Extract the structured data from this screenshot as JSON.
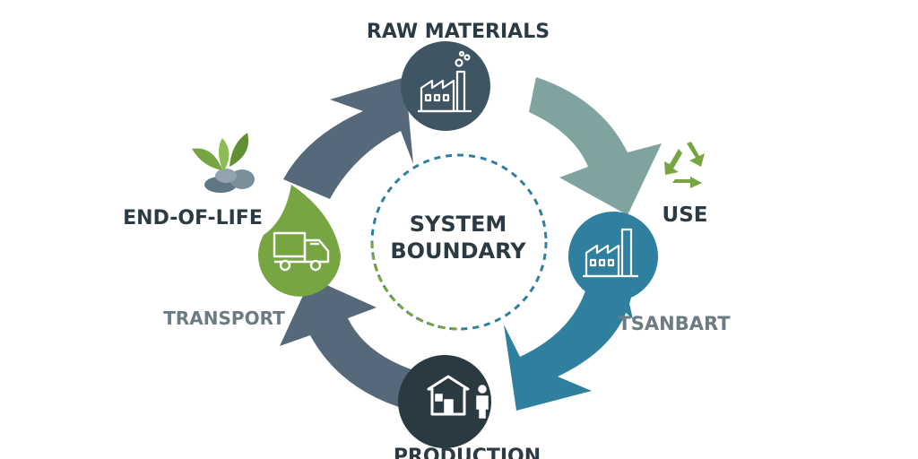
{
  "diagram": {
    "center_lines": [
      "SYSTEM",
      "BOUNDARY"
    ],
    "stages": {
      "raw_materials": "RAW MATERIALS",
      "use": "USE",
      "end_of_life": "END-OF-LIFE",
      "transport_left": "TRANSPORT",
      "transport_right": "TSANBART",
      "production": "PRODUCTION"
    },
    "icons": {
      "raw_materials": "factory-smoke-icon",
      "use": "factory-icon",
      "end_of_life": "truck-icon",
      "production": "house-person-icon",
      "leaves": "leaves-stones-icon",
      "recycle": "recycle-icon"
    },
    "colors": {
      "slate": "#5b6f7e",
      "dark_slate": "#3f5564",
      "sage": "#7fa39e",
      "blue": "#2f7f9f",
      "green": "#76a542",
      "navy": "#2b3a40",
      "text": "#2c3b43",
      "grey_text": "#6d7b83"
    }
  }
}
